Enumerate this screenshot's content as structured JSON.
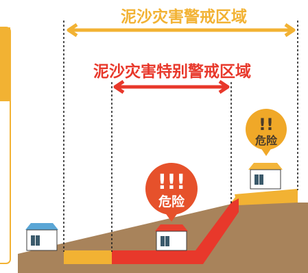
{
  "zones": {
    "warning_zone": {
      "label": "泥沙灾害警戒区域"
    },
    "special_warning_zone": {
      "label": "泥沙灾害特别警戒区域"
    }
  },
  "danger_badges": {
    "high": {
      "marks": "!!!",
      "word": "危险"
    },
    "medium": {
      "marks": "!!",
      "word": "危险"
    }
  },
  "colors": {
    "warning_zone": "#f2b233",
    "special_warning_zone": "#e8382b",
    "ground": "#a8835b",
    "badge_high": "#e6512b",
    "badge_medium": "#f0a828",
    "roof_blue": "#5aa6d6",
    "roof_red": "#e8402e",
    "roof_orange": "#f3b53a"
  }
}
